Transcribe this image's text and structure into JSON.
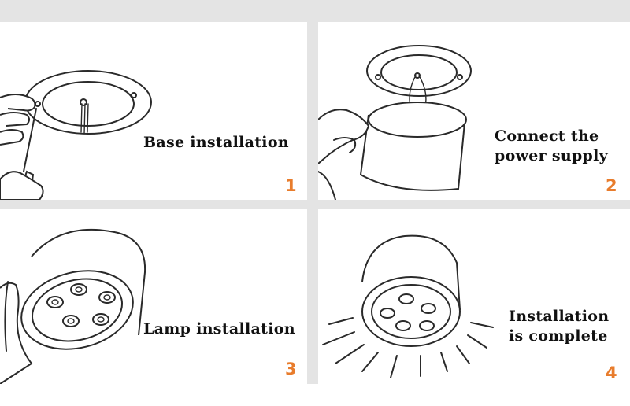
{
  "panels": [
    {
      "caption_lines": [
        "Base installation"
      ],
      "step": "1"
    },
    {
      "caption_lines": [
        "Connect the",
        "power supply"
      ],
      "step": "2"
    },
    {
      "caption_lines": [
        "Lamp installation"
      ],
      "step": "3"
    },
    {
      "caption_lines": [
        "Installation",
        "is complete"
      ],
      "step": "4"
    }
  ],
  "colors": {
    "step_number": "#e87c2c",
    "divider": "#e4e4e4",
    "line_art": "#2a2a2a"
  }
}
